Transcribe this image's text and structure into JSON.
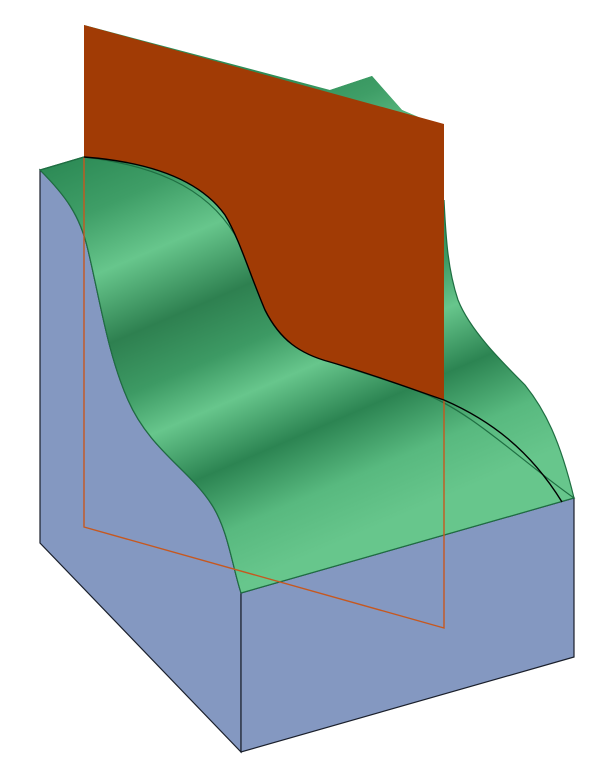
{
  "figure": {
    "kind": "3d-solid-section",
    "objects": [
      {
        "name": "solid-block",
        "role": "base solid"
      },
      {
        "name": "freeform-surface",
        "role": "wavy top surface"
      },
      {
        "name": "cutting-plane",
        "role": "section plane"
      },
      {
        "name": "intersection-curve",
        "role": "plane-surface intersection"
      }
    ]
  },
  "colors": {
    "block_face": "#8498c1",
    "block_edge": "#1a1f2b",
    "surface_light": "#67c68c",
    "surface_dark": "#2e8c57",
    "surface_edge": "#1f6e42",
    "plane_fill": "#a13b05",
    "plane_edge": "#c6581f",
    "section_curve": "#000000",
    "background": "#ffffff"
  }
}
